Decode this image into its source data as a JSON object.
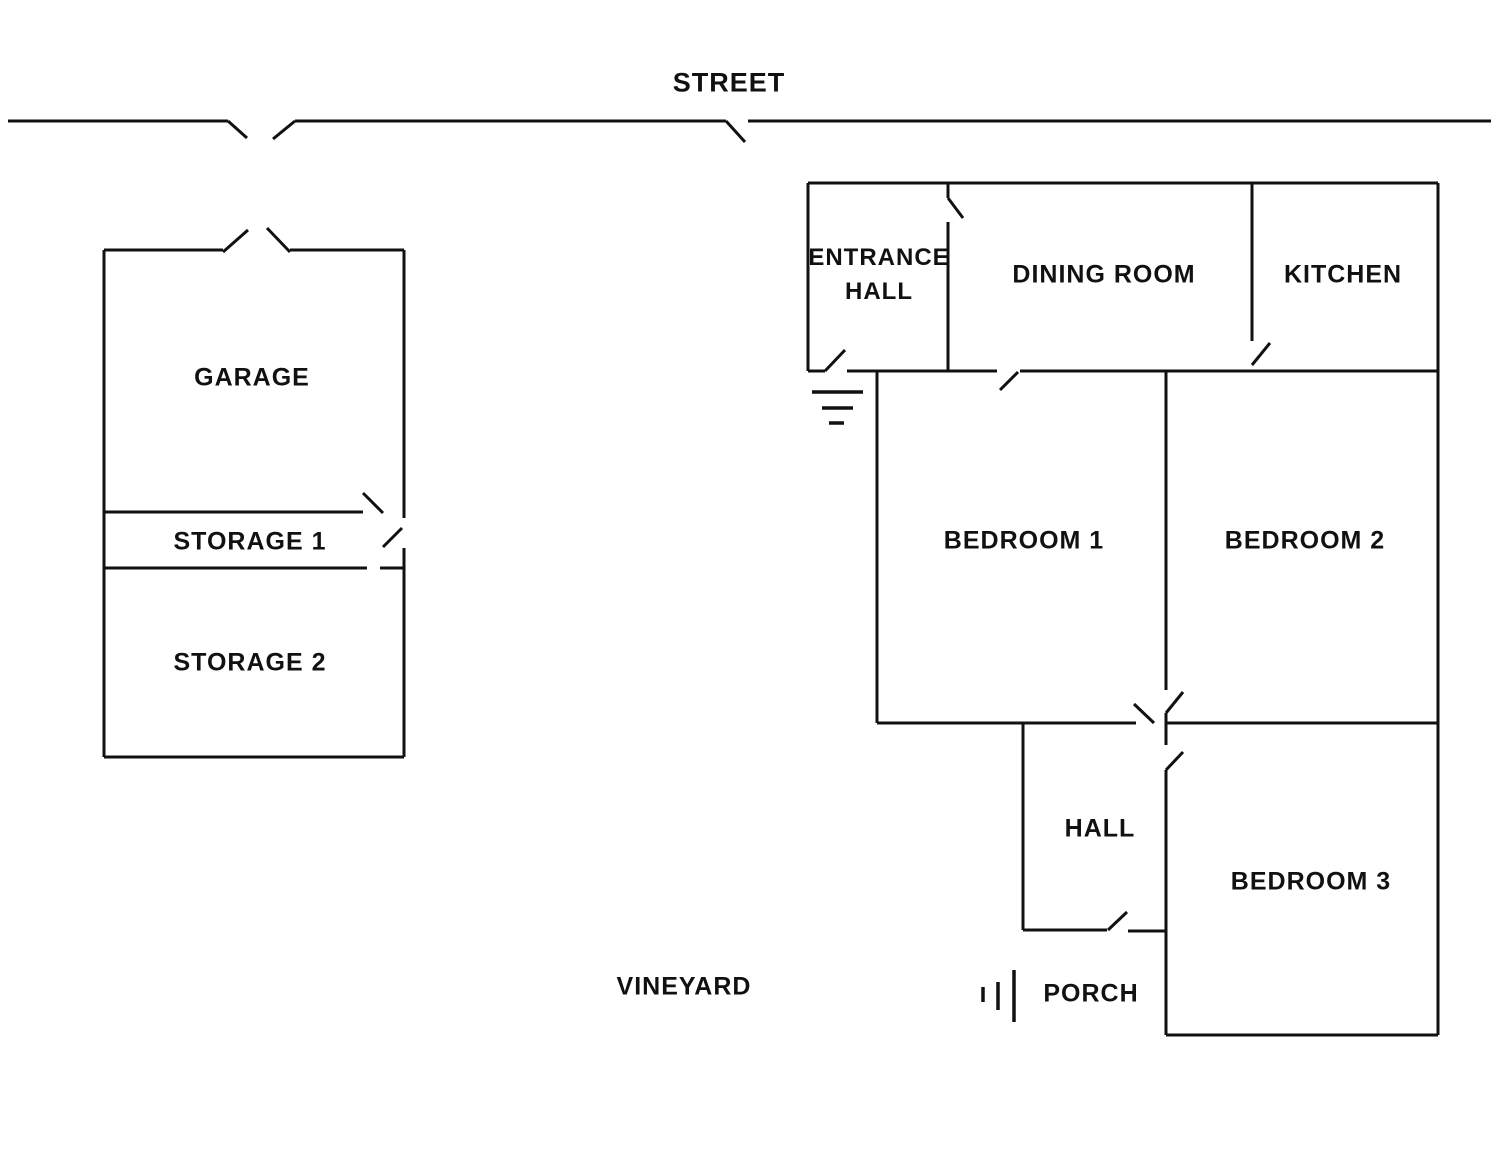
{
  "page": {
    "background_color": "#ffffff",
    "line_color": "#111111",
    "text_color": "#111111"
  },
  "labels": {
    "street": "STREET",
    "vineyard": "VINEYARD",
    "garage": "GARAGE",
    "storage1": "STORAGE 1",
    "storage2": "STORAGE 2",
    "entrance_hall_line1": "ENTRANCE",
    "entrance_hall_line2": "HALL",
    "dining_room": "DINING ROOM",
    "kitchen": "KITCHEN",
    "bedroom1": "BEDROOM 1",
    "bedroom2": "BEDROOM 2",
    "bedroom3": "BEDROOM 3",
    "hall": "HALL",
    "porch": "PORCH"
  }
}
